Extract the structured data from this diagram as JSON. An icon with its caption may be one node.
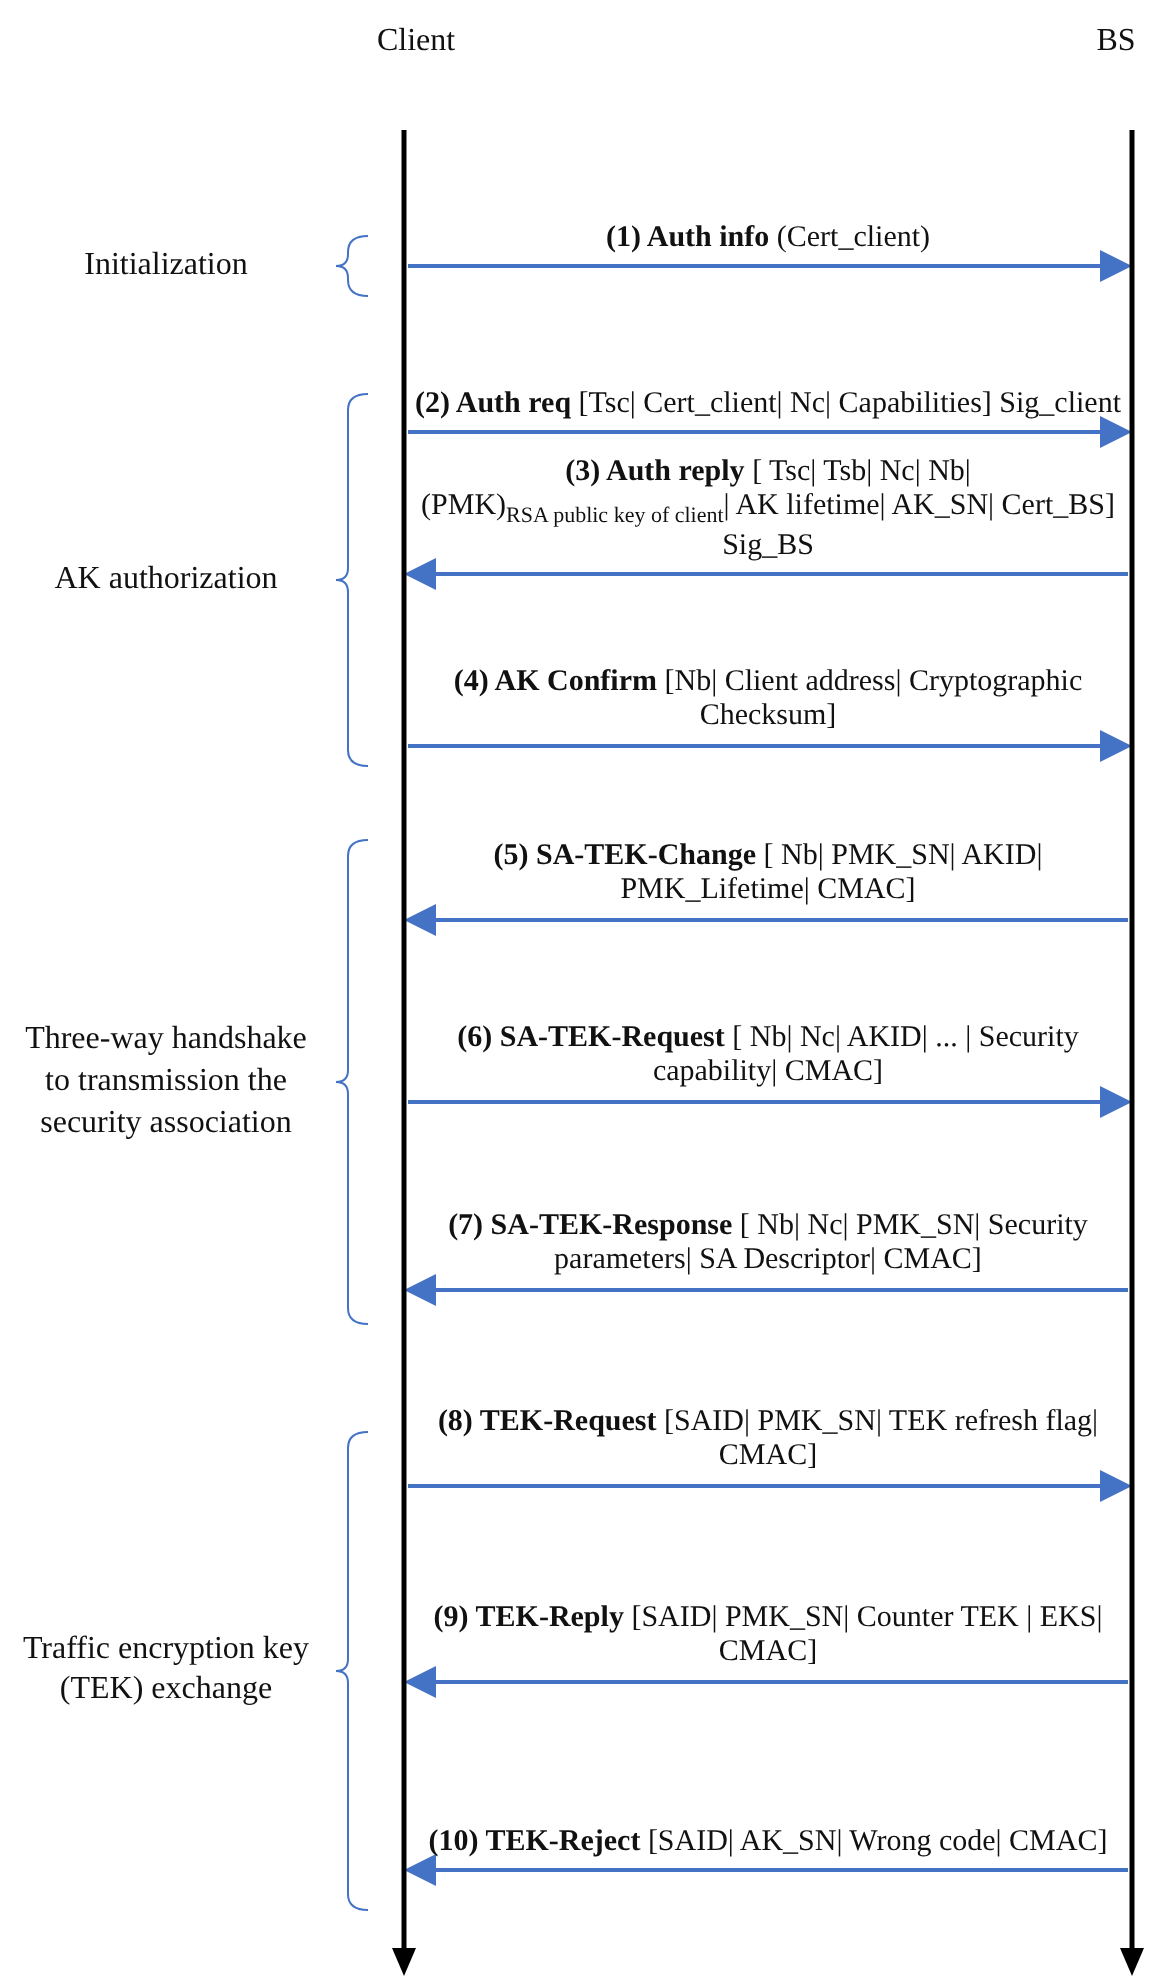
{
  "diagram": {
    "nodes": [
      {
        "text": [
          "Client"
        ]
      },
      {
        "text": [
          "BS"
        ]
      }
    ],
    "edges": [
      {
        "from": 0,
        "to": 1,
        "arrow": "to",
        "label": "**(1) Auth info** (Cert_client)"
      },
      {
        "from": 0,
        "to": 1,
        "arrow": "to",
        "label": "**(2) Auth req** [Tsc| Cert_client| Nc| Capabilities] Sig_client"
      },
      {
        "from": 1,
        "to": 0,
        "arrow": "to",
        "label": "**(3) Auth reply** [ Tsc| Tsb| Nc| Nb| (PMK)$_{RSA public key of client}$| AK lifetime| AK_SN| Cert_BS] Sig_BS"
      },
      {
        "from": 0,
        "to": 1,
        "arrow": "to",
        "label": "**(4) AK Confirm** [Nb| Client address| Cryptographic Checksum]"
      },
      {
        "from": 1,
        "to": 0,
        "arrow": "to",
        "label": "**(5) SA-TEK-Change** [ Nb| PMK_SN| AKID| PMK_Lifetime| CMAC]"
      },
      {
        "from": 0,
        "to": 1,
        "arrow": "to",
        "label": "**(6) SA-TEK-Request** [ Nb| Nc| AKID| ... | Security capability| CMAC]"
      },
      {
        "from": 1,
        "to": 0,
        "arrow": "to",
        "label": "**(7) SA-TEK-Response** [ Nb| Nc| PMK_SN| Security parameters| SA Descriptor| CMAC]"
      },
      {
        "from": 0,
        "to": 1,
        "arrow": "to",
        "label": "**(8) TEK-Request** [SAID| PMK_SN| TEK refresh flag| CMAC]"
      },
      {
        "from": 1,
        "to": 0,
        "arrow": "to",
        "label": "**(9) TEK-Reply** [SAID| PMK_SN| Counter TEK | EKS| CMAC]"
      },
      {
        "from": 1,
        "to": 0,
        "arrow": "to",
        "label": "**(10) TEK-Reject** [SAID| AK_SN| Wrong code| CMAC]"
      }
    ],
    "labels": [
      "Initialization",
      "AK authorization",
      "Three-way handshake to transmission the security association",
      "Traffic encryption key (TEK) exchange"
    ]
  }
}
